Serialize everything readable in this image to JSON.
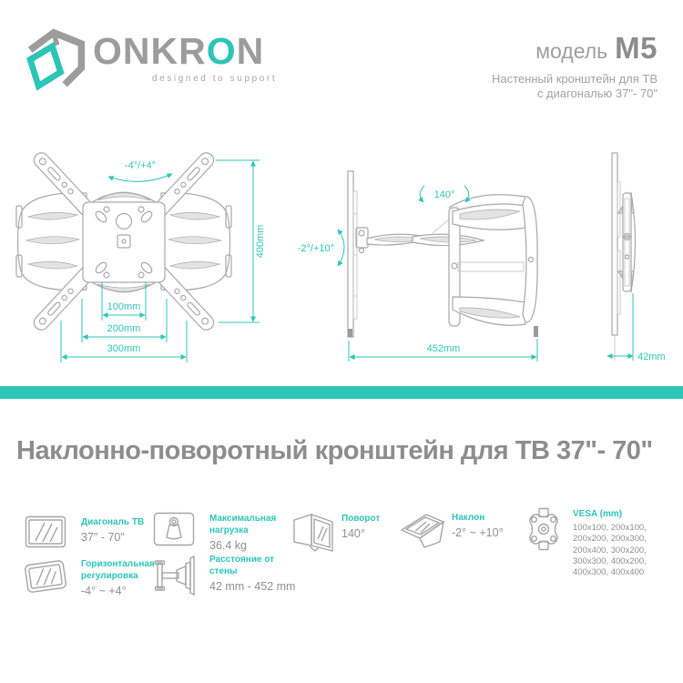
{
  "brand": {
    "wordmark_prefix": "ONKR",
    "wordmark_accent": "O",
    "wordmark_suffix": "N",
    "tagline": "designed to support"
  },
  "header": {
    "model_label": "модель",
    "model_name": "M5",
    "subtitle_line1": "Настенный кронштейн для ТВ",
    "subtitle_line2": "с диагональю 37\"- 70\""
  },
  "drawings": {
    "front_view": {
      "swivel_range": "-4°/+4°",
      "height": "400mm",
      "vesa_min": "100mm",
      "vesa_mid": "200mm",
      "vesa_max": "300mm"
    },
    "side_view": {
      "swivel": "140°",
      "tilt": "-2°/+10°",
      "extension": "452mm"
    },
    "profile_view": {
      "depth": "42mm"
    }
  },
  "title": "Наклонно-поворотный кронштейн для ТВ 37\"- 70\"",
  "features": [
    {
      "label": "Диагональ ТВ",
      "value": "37\" - 70\""
    },
    {
      "label": "Максимальная нагрузка",
      "value": "36.4 kg"
    },
    {
      "label": "Поворот",
      "value": "140°"
    },
    {
      "label": "Наклон",
      "value": "-2° ~ +10°"
    },
    {
      "label": "VESA (mm)",
      "value": "100x100, 200x100, 200x200, 200x300, 200x400, 300x200, 300x300, 400x200, 400x300, 400x400"
    },
    {
      "label": "Горизонтальная регулировка",
      "value": "-4° ~ +4°"
    },
    {
      "label": "Расстояние от стены",
      "value": "42 mm - 452 mm"
    }
  ],
  "colors": {
    "accent": "#2cc5b7",
    "line_gray": "#a8a8a8",
    "text_gray": "#8d8d8d"
  }
}
